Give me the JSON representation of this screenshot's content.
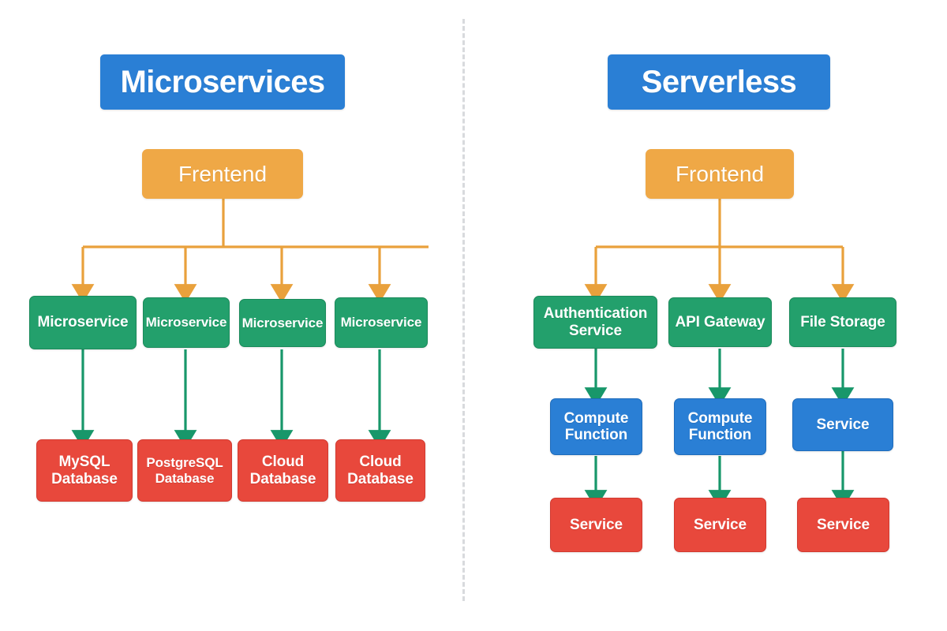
{
  "diagram": {
    "title_left": "Microservices",
    "title_right": "Serverless",
    "divider": "dashed-vertical-divider",
    "colors": {
      "header_blue": "#2a7fd5",
      "orange": "#efa846",
      "green": "#23a06c",
      "blue": "#2a7fd5",
      "red": "#e8483c",
      "divider_gray": "#d8dadd",
      "background": "#ffffff",
      "arrow_orange": "#e9a13c",
      "arrow_green": "#18976a"
    }
  },
  "left": {
    "header": "Microservices",
    "frontend": "Frentend",
    "services": [
      {
        "label": "Microservice"
      },
      {
        "label": "Microservice"
      },
      {
        "label": "Microservice"
      },
      {
        "label": "Microservice"
      }
    ],
    "databases": [
      {
        "label": "MySQL\nDatabase"
      },
      {
        "label": "PostgreSQL\nDatabase"
      },
      {
        "label": "Cloud\nDatabase"
      },
      {
        "label": "Cloud\nDatabase"
      }
    ]
  },
  "right": {
    "header": "Serverless",
    "frontend": "Frontend",
    "services": [
      {
        "label": "Authentication\nService"
      },
      {
        "label": "API Gateway"
      },
      {
        "label": "File Storage"
      }
    ],
    "compute": [
      {
        "label": "Compute\nFunction"
      },
      {
        "label": "Compute\nFunction"
      },
      {
        "label": "Service"
      }
    ],
    "endpoints": [
      {
        "label": "Service"
      },
      {
        "label": "Service"
      },
      {
        "label": "Service"
      }
    ]
  }
}
